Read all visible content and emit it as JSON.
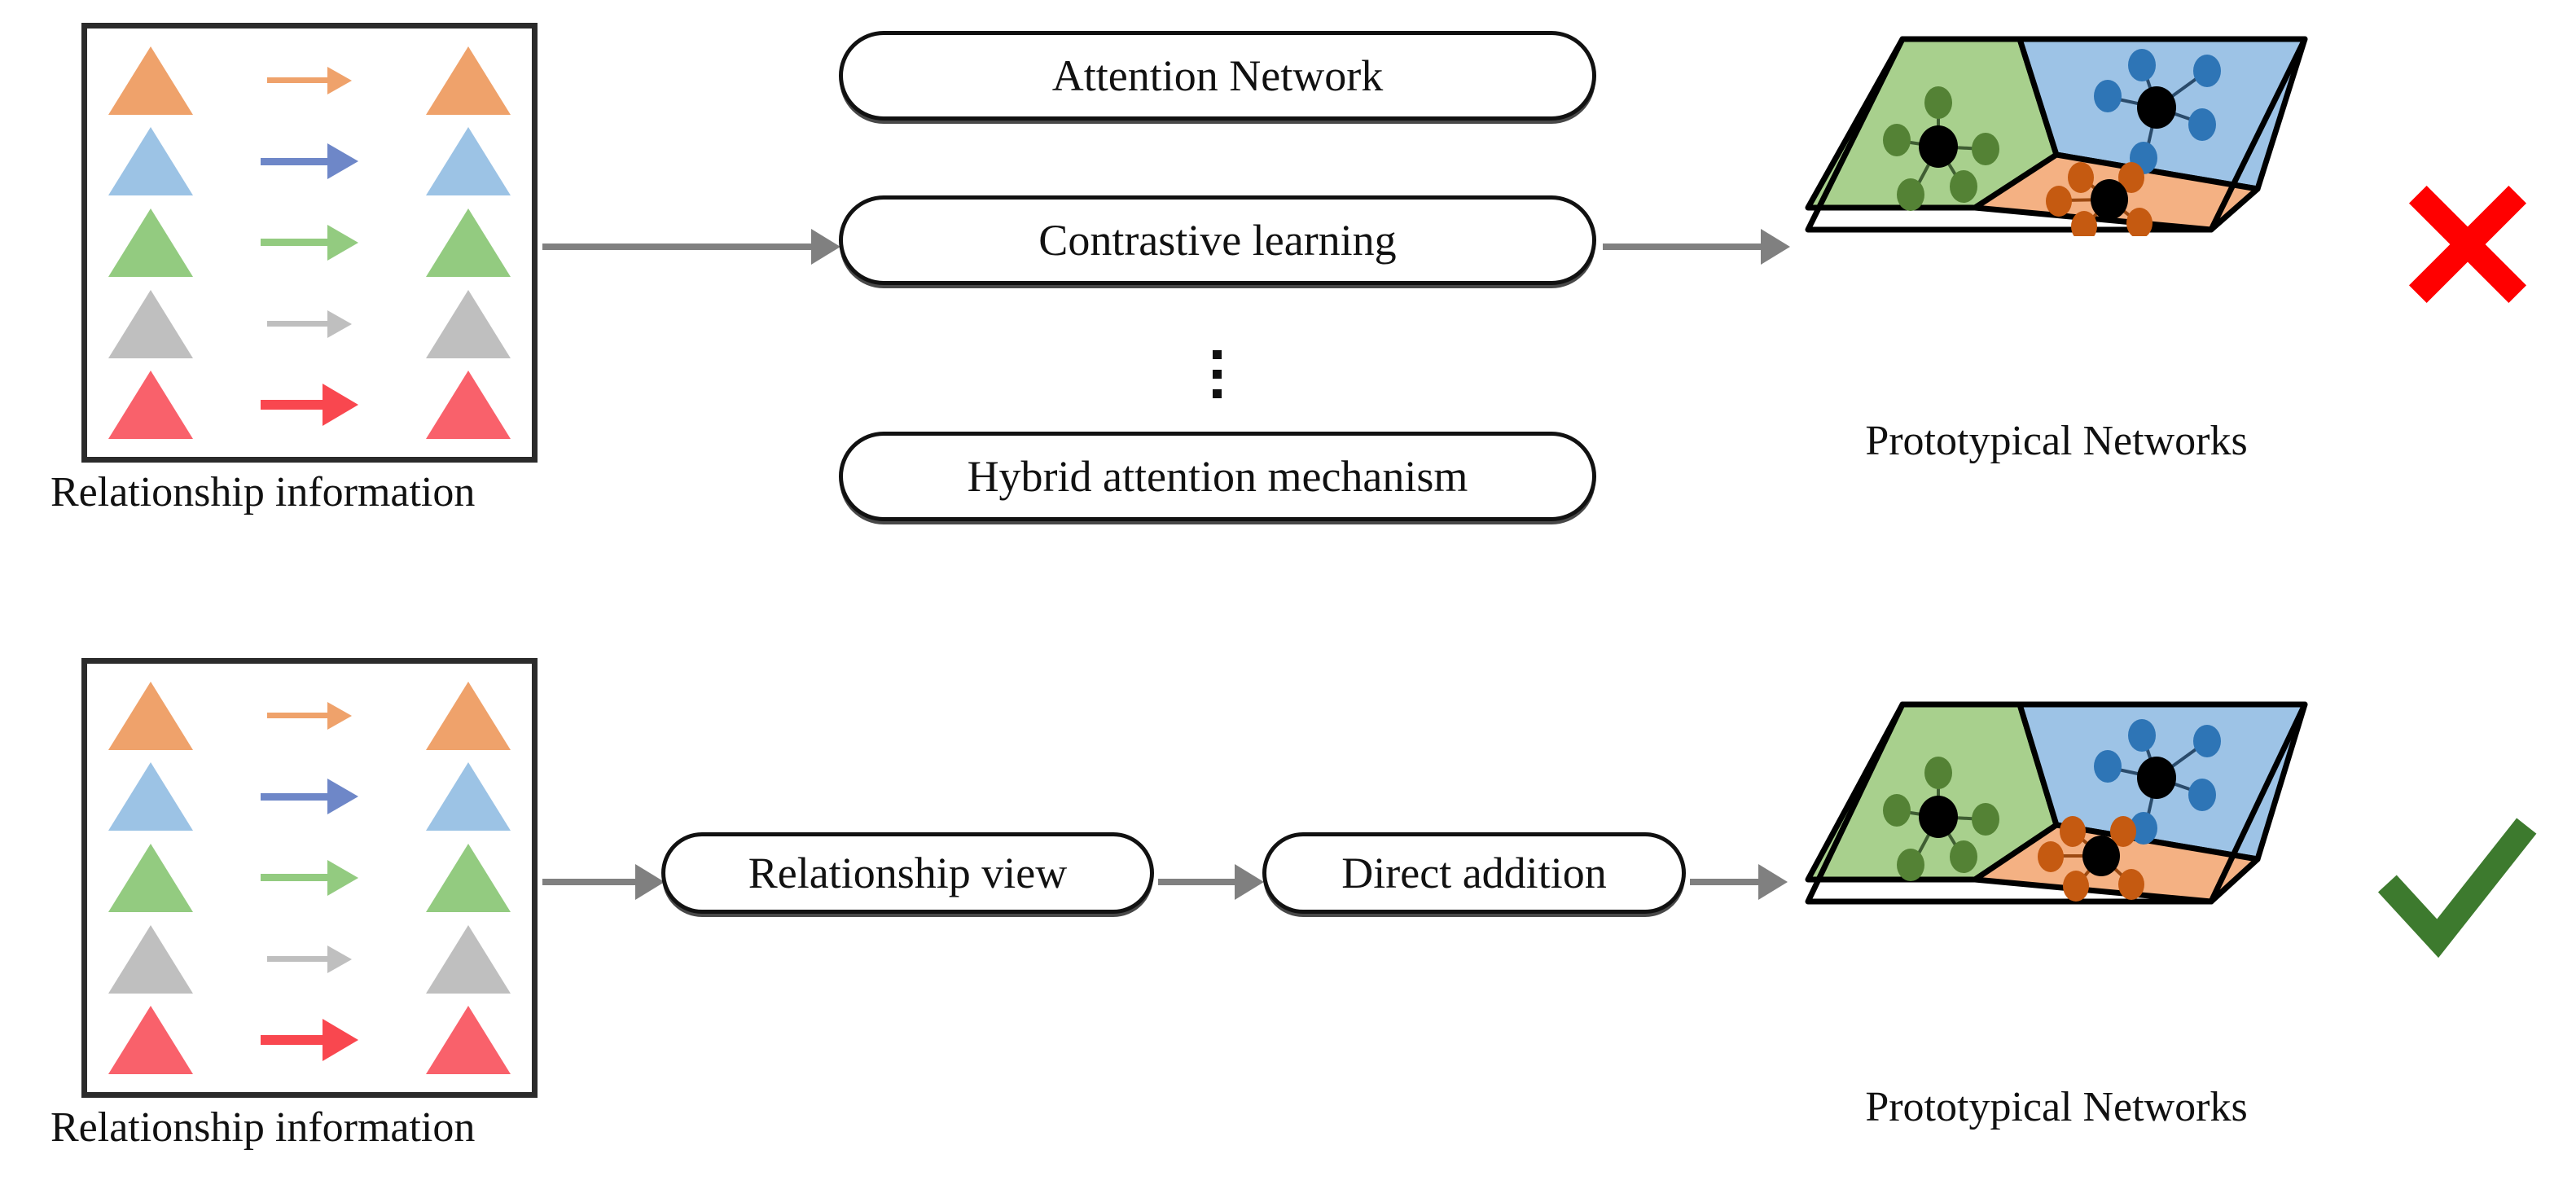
{
  "figure": {
    "type": "method-comparison-diagram",
    "rows": [
      {
        "id": "top-row",
        "verdict": "cross",
        "verdict_color": "#FF0000",
        "input_panel": {
          "caption": "Relationship information",
          "pair_rows": [
            {
              "color": "#EFA26B",
              "arrow_color": "#EFA26B",
              "weight": "small"
            },
            {
              "color": "#9CC3E5",
              "arrow_color": "#6E87C8",
              "weight": "medium"
            },
            {
              "color": "#93CB80",
              "arrow_color": "#93CB80",
              "weight": "medium"
            },
            {
              "color": "#BFBFBF",
              "arrow_color": "#BFBFBF",
              "weight": "small"
            },
            {
              "color": "#F9616B",
              "arrow_color": "#F9474F",
              "weight": "big"
            }
          ]
        },
        "methods": [
          "Attention Network",
          "Contrastive learning",
          "Hybrid attention mechanism"
        ],
        "methods_ellipsis": "⋮",
        "output_caption": "Prototypical Networks"
      },
      {
        "id": "bottom-row",
        "verdict": "check",
        "verdict_color": "#3D7A2E",
        "input_panel": {
          "caption": "Relationship information",
          "pair_rows": [
            {
              "color": "#EFA26B",
              "arrow_color": "#EFA26B",
              "weight": "small"
            },
            {
              "color": "#9CC3E5",
              "arrow_color": "#6E87C8",
              "weight": "medium"
            },
            {
              "color": "#93CB80",
              "arrow_color": "#93CB80",
              "weight": "medium"
            },
            {
              "color": "#BFBFBF",
              "arrow_color": "#BFBFBF",
              "weight": "small"
            },
            {
              "color": "#F9616B",
              "arrow_color": "#F9474F",
              "weight": "big"
            }
          ]
        },
        "methods": [
          "Relationship view",
          "Direct addition"
        ],
        "output_caption": "Prototypical Networks"
      }
    ],
    "prototype_regions": [
      {
        "name": "green-region",
        "fill": "#A8D08D",
        "node_fill": "#548235",
        "hub_fill": "#000000",
        "satellites": 5
      },
      {
        "name": "blue-region",
        "fill": "#9DC3E6",
        "node_fill": "#2E75B6",
        "hub_fill": "#000000",
        "satellites": 5
      },
      {
        "name": "orange-region",
        "fill": "#F4B183",
        "node_fill": "#C55A11",
        "hub_fill": "#000000",
        "satellites": 5
      }
    ],
    "colors": {
      "panel_border": "#2b2b2b",
      "box_border": "#111111",
      "connector": "#808080",
      "cross": "#FF0000",
      "check": "#3D7A2E",
      "region_outline": "#000000"
    }
  }
}
